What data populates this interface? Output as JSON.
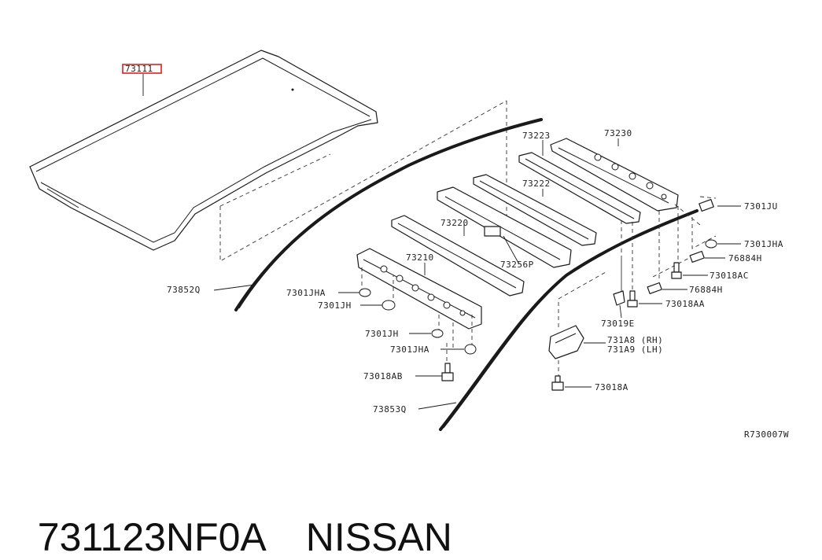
{
  "diagram": {
    "labels": {
      "roof_panel": "73111",
      "c73230": "73230",
      "c73223": "73223",
      "c73222": "73222",
      "c73220": "73220",
      "c73210": "73210",
      "c73256p": "73256P",
      "c73852q": "73852Q",
      "c73853q": "73853Q",
      "c7301ju": "7301JU",
      "c7301jha_r": "7301JHA",
      "c76884h_a": "76884H",
      "c73018ac": "73018AC",
      "c76884h_b": "76884H",
      "c73018aa": "73018AA",
      "c73019e": "73019E",
      "c731a8": "731A8 (RH)",
      "c731a9": "731A9 (LH)",
      "c73018a": "73018A",
      "c7301jha_l1": "7301JHA",
      "c7301jh_l1": "7301JH",
      "c7301jh_l2": "7301JH",
      "c7301jha_l2": "7301JHA",
      "c73018ab": "73018AB",
      "ref_code": "R730007W"
    },
    "highlight_color": "#e0201b"
  },
  "footer": {
    "part_number": "731123NF0A",
    "brand": "NISSAN"
  }
}
